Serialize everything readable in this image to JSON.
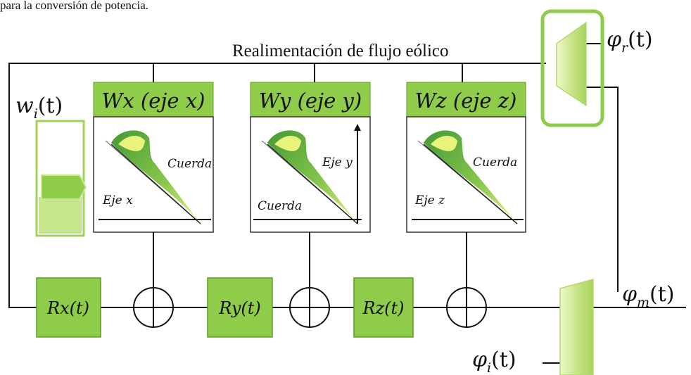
{
  "header_fragment": "para la conversión de potencia.",
  "feedback_label": "Realimentación de flujo eólico",
  "signals": {
    "phi_r": {
      "base": "φ",
      "sub": "r",
      "arg": "(t)"
    },
    "phi_m": {
      "base": "φ",
      "sub": "m",
      "arg": "(t)"
    },
    "phi_i": {
      "base": "φ",
      "sub": "i",
      "arg": "(t)"
    },
    "w_i": {
      "base": "w",
      "sub": "i",
      "arg": "(t)"
    }
  },
  "blades": [
    {
      "title": "Wx (eje x)",
      "labels": [
        "Cuerda",
        "Eje x"
      ]
    },
    {
      "title": "Wy (eje y)",
      "labels": [
        "Eje y",
        "Cuerda"
      ]
    },
    {
      "title": "Wz (eje z)",
      "labels": [
        "Cuerda",
        "Eje z"
      ]
    }
  ],
  "rotation_blocks": [
    "Rx(t)",
    "Ry(t)",
    "Rz(t)"
  ],
  "colors": {
    "green_fill": "#8fcc4a",
    "green_border": "#5a9e2a",
    "light_green": "#d6ee9a",
    "line": "#111111"
  }
}
